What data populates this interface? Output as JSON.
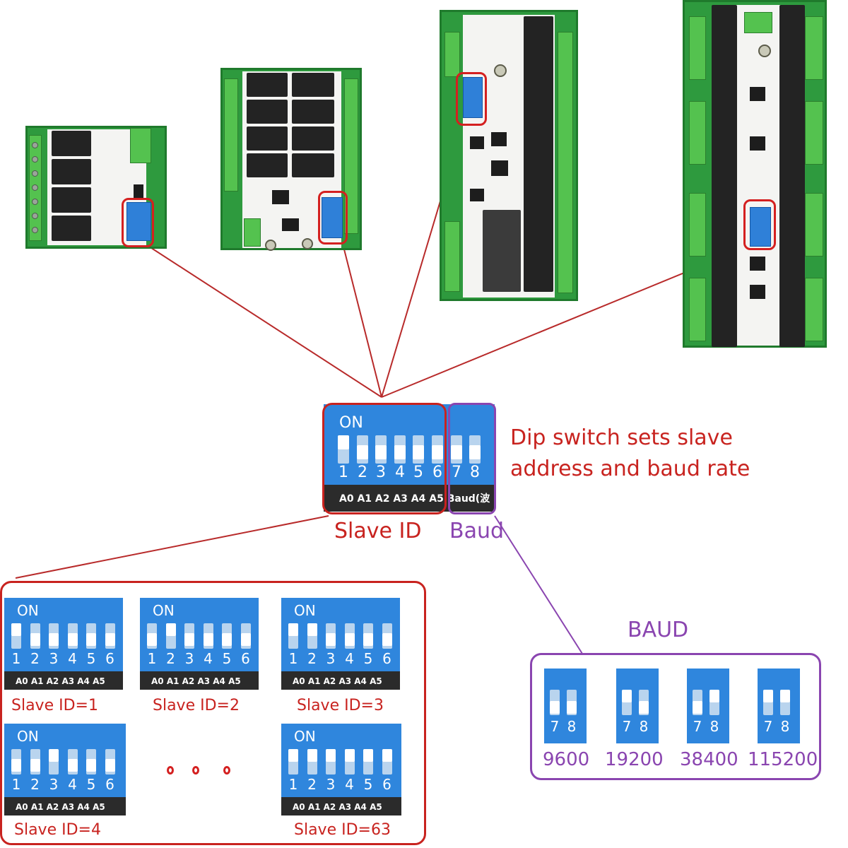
{
  "colors": {
    "red": "#c8231f",
    "purple": "#8a45b0",
    "dip_blue": "#2f86dd",
    "board_green": "#2e9a3e"
  },
  "main_dip": {
    "on_label": "ON",
    "numbers": [
      "1",
      "2",
      "3",
      "4",
      "5",
      "6",
      "7",
      "8"
    ],
    "footer": "A0 A1 A2 A3 A4 A5 Baud(波"
  },
  "annotation": {
    "line1": "Dip switch sets slave",
    "line2": "address and baud rate"
  },
  "group_labels": {
    "slave_id": "Slave ID",
    "baud": "Baud"
  },
  "slave_examples": {
    "on_label": "ON",
    "numbers": [
      "1",
      "2",
      "3",
      "4",
      "5",
      "6"
    ],
    "footer": "A0 A1 A2 A3 A4 A5",
    "items": [
      {
        "caption": "Slave ID=1"
      },
      {
        "caption": "Slave ID=2"
      },
      {
        "caption": "Slave ID=3"
      },
      {
        "caption": "Slave ID=4"
      },
      {
        "caption": "Slave ID=63"
      }
    ]
  },
  "baud_panel": {
    "title": "BAUD",
    "numbers": [
      "7",
      "8"
    ],
    "rates": [
      "9600",
      "19200",
      "38400",
      "115200"
    ]
  }
}
